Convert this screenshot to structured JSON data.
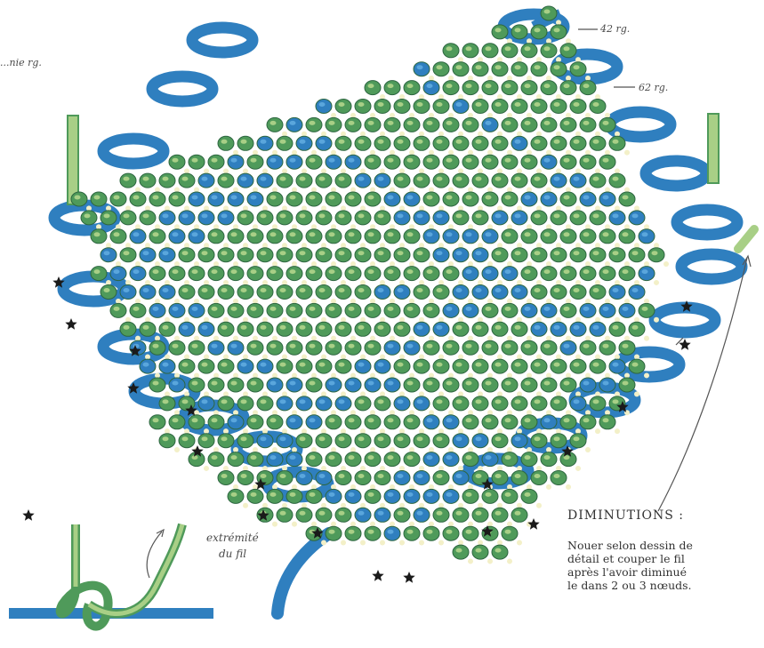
{
  "labels": {
    "left_clipped": "...nie rg.",
    "top_right_1": "42 rg.",
    "top_right_2": "62 rg.",
    "thread_end_1": "extrémité",
    "thread_end_2": "du fil"
  },
  "caption": {
    "title": "DIMINUTIONS :",
    "lines": [
      "Nouer selon dessin de",
      "détail et couper le fil",
      "après l'avoir diminué",
      "le dans 2 ou 3 nœuds."
    ]
  },
  "colors": {
    "green_knot": "#4f9a5a",
    "green_light": "#a8cf86",
    "blue_cord": "#2f7fbf",
    "blue_light": "#5aa6dc",
    "cream": "#f3f0c8",
    "star": "#1a1a1a"
  },
  "icons": {
    "star": "star-icon",
    "arrow": "arrow-icon"
  }
}
